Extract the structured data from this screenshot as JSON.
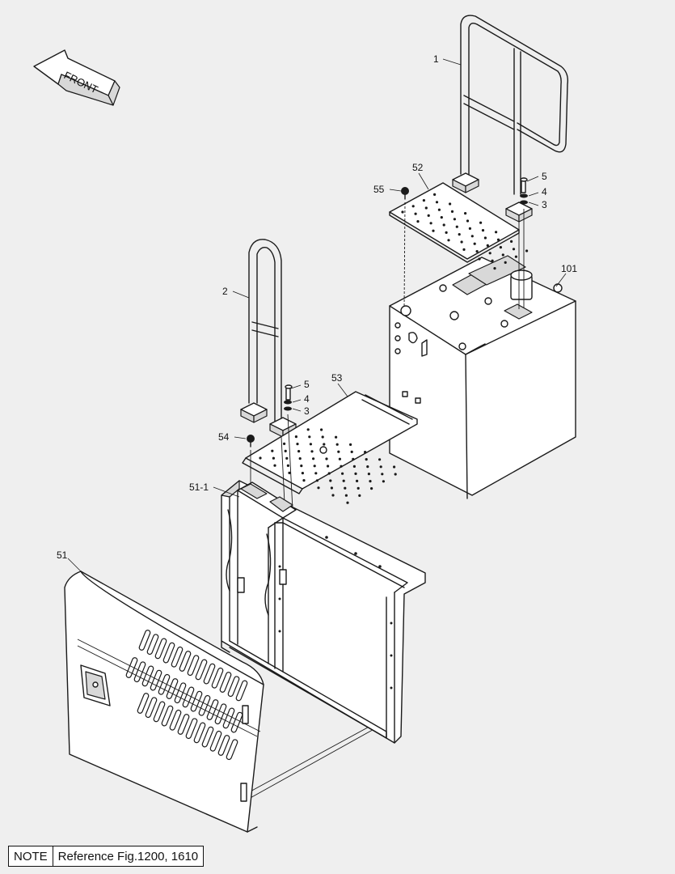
{
  "front_label": "FRONT",
  "callouts": {
    "c1": "1",
    "c2": "2",
    "c3a": "3",
    "c3b": "3",
    "c4a": "4",
    "c4b": "4",
    "c5a": "5",
    "c5b": "5",
    "c51": "51",
    "c51_1": "51-1",
    "c52": "52",
    "c53": "53",
    "c54": "54",
    "c55": "55",
    "c101": "101"
  },
  "note": {
    "label": "NOTE",
    "text": "Reference Fig.1200, 1610"
  },
  "colors": {
    "background": "#efefef",
    "line": "#1a1a1a",
    "part_fill": "#ffffff"
  }
}
